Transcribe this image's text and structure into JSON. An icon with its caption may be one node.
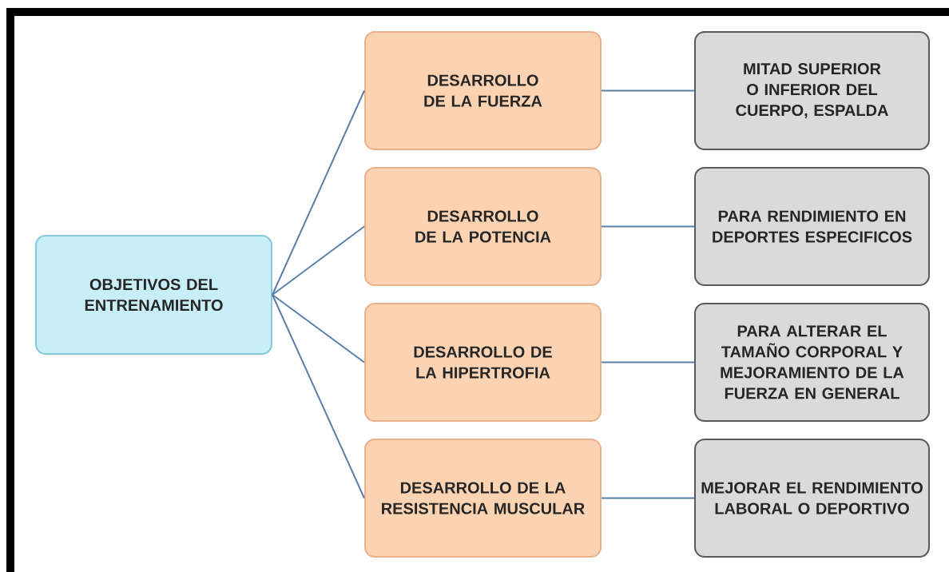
{
  "diagram": {
    "nodes": [
      {
        "text": [
          "OBJETIVOS DEL ENTRENAMIENTO"
        ]
      },
      {
        "text": [
          "DESARROLLO DE LA FUERZA"
        ]
      },
      {
        "text": [
          "DESARROLLO DE LA POTENCIA"
        ]
      },
      {
        "text": [
          "DESARROLLO DE LA HIPERTROFIA"
        ]
      },
      {
        "text": [
          "DESARROLLO DE LA RESISTENCIA MUSCULAR"
        ]
      },
      {
        "text": [
          "MITAD SUPERIOR O INFERIOR DEL CUERPO, ESPALDA"
        ]
      },
      {
        "text": [
          "PARA RENDIMIENTO EN DEPORTES ESPECIFICOS"
        ]
      },
      {
        "text": [
          "PARA ALTERAR EL TAMAÑO CORPORAL Y MEJORAMIENTO DE LA FUERZA EN GENERAL"
        ]
      },
      {
        "text": [
          "MEJORAR EL RENDIMIENTO LABORAL O DEPORTIVO"
        ]
      }
    ],
    "edges": [
      {
        "from": 0,
        "to": 1,
        "arrow": "none"
      },
      {
        "from": 0,
        "to": 2,
        "arrow": "none"
      },
      {
        "from": 0,
        "to": 3,
        "arrow": "none"
      },
      {
        "from": 0,
        "to": 4,
        "arrow": "none"
      },
      {
        "from": 1,
        "to": 5,
        "arrow": "none"
      },
      {
        "from": 2,
        "to": 6,
        "arrow": "none"
      },
      {
        "from": 3,
        "to": 7,
        "arrow": "none"
      },
      {
        "from": 4,
        "to": 8,
        "arrow": "none"
      }
    ]
  }
}
